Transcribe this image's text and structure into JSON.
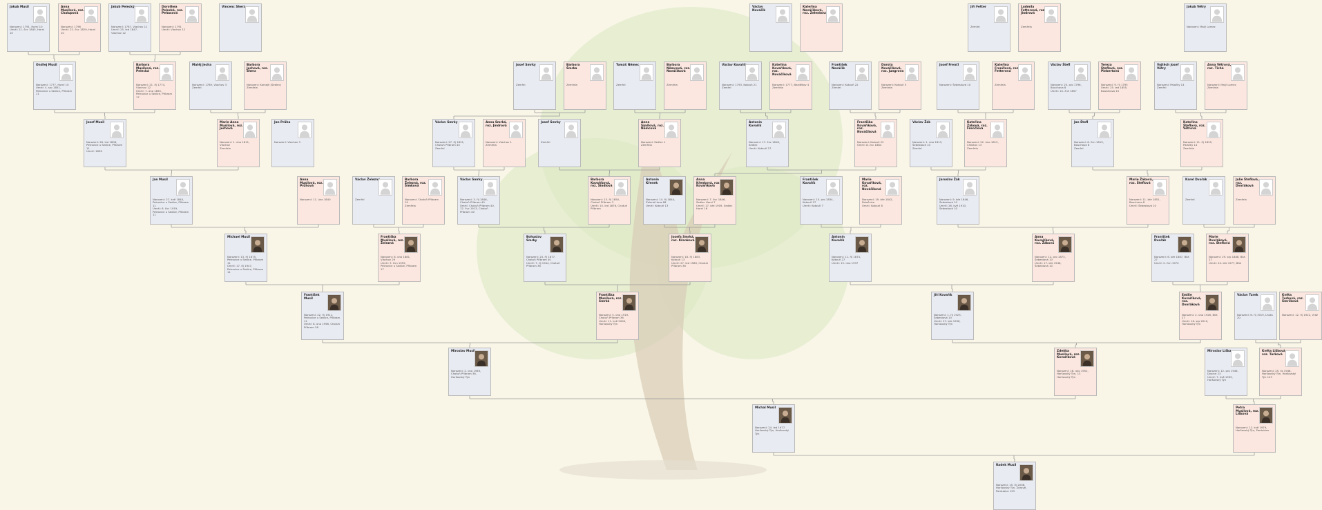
{
  "colors": {
    "male": "#e9ebf2",
    "female": "#fbe7e0",
    "line": "#9a9a9a",
    "tree": "#d9e6c2"
  },
  "people": {
    "jakub_musil": {
      "name": "Jakub Musil",
      "info": "Narození: 1791, Horní 10\nÚmrtí: 21. čvc 1845, Horní 10"
    },
    "anna_musilova": {
      "name": "Anna Musilová, roz. Chalupová",
      "info": "Narození: 1796\nÚmrtí: 22. čvc 1829, Horní 10"
    },
    "jakub_pelecky": {
      "name": "Jakub Pelecký",
      "info": "Narození: 1787, Vlachov 11\nÚmrtí: 25. led 1847, Vlachov 12"
    },
    "dorothea": {
      "name": "Dorothea Pelecká, roz. Peňasová",
      "info": "Narození: 1791\nÚmrtí: Vlachov 12"
    },
    "vincenc_sherz": {
      "name": "Vincenc Sherz",
      "info": ""
    },
    "vaclav_novacik": {
      "name": "Václav Nováčik",
      "info": ""
    },
    "katerina_novacikova": {
      "name": "Kateřina Nováčíková, roz. Zelenková",
      "info": ""
    },
    "jiri_fetter": {
      "name": "Jiří Fetter",
      "info": "Zemřel"
    },
    "ludmila": {
      "name": "Ludmila Fetterová, roz. Jindrová",
      "info": "Zemřela"
    },
    "jakub_vetry": {
      "name": "Jakub Větry",
      "info": "Narození: Malý Lomec"
    },
    "ondrej_musil": {
      "name": "Ondřej Musil",
      "info": "Narození: 1777, Horní 10\nÚmrtí: 4. srp 1851, Petrovice u Sedlce, Příbram 11"
    },
    "barbora_musilova": {
      "name": "Barbora Musilová, roz. Pelecká",
      "info": "Narození: 21. říj 1774, Vlachov 12\nÚmrtí: 7. úno 1855, Petrovice u Sedlce, Příbram 17"
    },
    "matej_jecha": {
      "name": "Matěj Jecha",
      "info": "Narození: 1789, Vlachov 3\nZemřel"
    },
    "barbora_jechova": {
      "name": "Barbora Jechová, roz. Sherz",
      "info": "Narození: Kamejk (Sedlec)\nZemřela"
    },
    "josef_smrky": {
      "name": "Josef Smrky",
      "info": "Zemřel"
    },
    "barbora_smrka": {
      "name": "Barbora Šmrka",
      "info": "Zemřela"
    },
    "tomas_nemec": {
      "name": "Tomáš Němec",
      "info": "Zemřel"
    },
    "barbora_nemcova": {
      "name": "Barbora Němcová, roz. Nováčíková",
      "info": "Zemřela"
    },
    "vaclav_kovarik": {
      "name": "Václav Kovařík",
      "info": "Narození: 1793, Kotouň 21\nZemřel"
    },
    "katerina_kovarikova": {
      "name": "Kateřina Kovaříková, roz. Nováčíková",
      "info": "Narození: 1777, Bezděkov 4\nZemřela"
    },
    "frantisek_novacik": {
      "name": "František Nováčik",
      "info": "Narození: Kotouň 22\nZemřel"
    },
    "dorota_novacikova": {
      "name": "Dorota Nováčíková, roz. Jungrova",
      "info": "Narození: Kotouň 5\nZemřela"
    },
    "josef_fencl": {
      "name": "Josef Frenčl",
      "info": "Narození: Šebestová 10"
    },
    "katerina_fenclova": {
      "name": "Kateřina Frenčlová, roz. Fetterová",
      "info": "Zemřela"
    },
    "vaclav_stefl": {
      "name": "Václav Štefl",
      "info": "Narození: 20. pro 1796, Bouchova 8\nÚmrtí: 10. čnč 1857"
    },
    "tereza_steflova": {
      "name": "Tereza Šteflová, roz. Pinkertová",
      "info": "Narození: 9. říj 1795\nÚmrtí: 25. led 1855, Boubínova 15"
    },
    "vojtech_vetry": {
      "name": "Vojtěch Josef Větry",
      "info": "Narození: Palačky 14\nZemřel"
    },
    "anna_vetrova": {
      "name": "Anna Větrová, roz. Tichá",
      "info": "Narození: Malý Lomec\nZemřela"
    },
    "josef_musil": {
      "name": "Josef Musil",
      "info": "Narození: 26. led 1806, Petrovice u Sedlce, Příbram 11\nÚmrtí: 1856"
    },
    "marie_anna": {
      "name": "Marie Anna Musilová, roz. Jechová",
      "info": "Narození: 1. úno 1811, Vlachov\nZemřela"
    },
    "jan_pruha": {
      "name": "Jan Průha",
      "info": "Narození: Vlachov 3"
    },
    "vaclav_smrky": {
      "name": "Václav Smrky",
      "info": "Narození: 27. říj 1821, Chotuň Příbram 40\nZemřel"
    },
    "anna_smrka": {
      "name": "Anna Smrká, roz. Jindrová",
      "info": "Narození: Vlachov 1\nZemřela"
    },
    "josef_smrky2": {
      "name": "Josef Smrky",
      "info": "Zemřel"
    },
    "anna_sindl": {
      "name": "Anna Šindlová, roz. Němcová",
      "info": "Narození: Sedlec 1\nZemřela"
    },
    "antonin_kovarik": {
      "name": "Antonín Kovařík",
      "info": "Narození: 17. čvc 1818, Sedlec\nÚmrtí: Kotouň 27"
    },
    "frantiska": {
      "name": "Františka Kovaříková, roz. Nováčíková",
      "info": "Narození: Kotouň 22\nÚmrtí: 8. čvc 1884"
    },
    "vaclav_zak": {
      "name": "Václav Žák",
      "info": "Narození: 1. úno 1813, Šebestová 10\nZemřel"
    },
    "katerina_zakova": {
      "name": "Kateřina Žáková, roz. Frenčlová",
      "info": "Narození: 22. úno 1815, Chlístov 13\nZemřela"
    },
    "jan_stefl": {
      "name": "Jan Štefl",
      "info": "Narození: 6. čvn 1819, Bouchova 8\nZemřel"
    },
    "katerina_steflova": {
      "name": "Kateřina Šteflová, roz. Větrová",
      "info": "Narození: 11. říj 1825, Palačky 14\nZemřela"
    },
    "jan_musil": {
      "name": "Jan Musil",
      "info": "Narození: 27. kvě 1840, Petrovice u Sedlce, Příbram 11\nÚmrtí: 6. čvc 1919, Petrovice u Sedlce, Příbram 11"
    },
    "anna_musilova2": {
      "name": "Anna Musilová, roz. Průhová",
      "info": "Narození: 11. úno 1840"
    },
    "vaclav_zelezny": {
      "name": "Václav Železný",
      "info": "Zemřel"
    },
    "barbora_zelezna": {
      "name": "Barbora Železná, roz. Šimková",
      "info": "Narození: Chotuň Příbram 19\nZemřela"
    },
    "vaclav_smrky3": {
      "name": "Václav Smrky",
      "info": "Narození: 3. říj 1846, Chotuň Příbram 40\nÚmrtí: Chotuň Příbram 40, 12. čvc 1913, Chotuň Příbram 40"
    },
    "barbora_kovarikova": {
      "name": "Barbora Kovaříková, roz. Šindlová",
      "info": "Narození: 13. říj 1850, Chotuň Příbram 3\nÚmrtí: 15. led 1876, Chotuň Příbram"
    },
    "antonin_krenek": {
      "name": "Antonín Křenek",
      "info": "Narození: 14. říj 1844, Zelená Hora 68\nÚmrtí: Kotouň 13"
    },
    "anna_krenkova": {
      "name": "Anna Křenková, roz. Kovaříková",
      "info": "Narození: 7. čvc 1846, Sedlec Horní 7\nÚmrtí: 17. bře 1909, Sedlec Horní 16"
    },
    "frantisek_kovarik": {
      "name": "František Kovařík",
      "info": "Narození: 15. pro 1834, Kotouň 27\nÚmrtí: Kotouň 7"
    },
    "marie_kovarikova": {
      "name": "Marie Kovaříková, roz. Nováčíková",
      "info": "Narození: 19. bře 1842, Potočnice\nÚmrtí: Kotouň 8"
    },
    "jaroslav_zak": {
      "name": "Jaroslav Žák",
      "info": "Narození: 9. bře 1846, Šebestová 10\nÚmrtí: 26. kvě 1910, Šebestová 10"
    },
    "marie_zakova": {
      "name": "Marie Žáková, roz. Šteflová",
      "info": "Narození: 11. bře 1851, Bouchova 8\nÚmrtí: Šebestová 10"
    },
    "karel_dvorak": {
      "name": "Karel Dvořák",
      "info": "Zemřel"
    },
    "julie_steflova": {
      "name": "Julie Šteflová, roz. Dvořáková",
      "info": "Zemřela"
    },
    "michael_musil": {
      "name": "Michael Musil",
      "info": "Narození: 13. říj 1875, Petrovice u Sedlce, Příbram 11\nÚmrtí: 17. říj 1947, Petrovice u Sedlce, Příbram 11"
    },
    "frantiska_musilova": {
      "name": "Františka Musilová, roz. Železná",
      "info": "Narození: 8. úno 1881, Vlachov 29\nÚmrtí: 3. čvn 1959, Petrovice u Sedlce, Příbram 17"
    },
    "bohuslav_smrky": {
      "name": "Bohuslav Smrky",
      "info": "Narození: 24. říj 1877, Chotuň Příbram 40\nÚmrtí: 7. říj 1944, Chotuň Příbram 36"
    },
    "josefa_smrka": {
      "name": "Josefa Smrká, roz. Křenková",
      "info": "Narození: 18. říj 1883, Kotouň 13\nÚmrtí: 27. led 1960, Chotuň Příbram 36"
    },
    "antonin_kovarik2": {
      "name": "Antonín Kovařík",
      "info": "Narození: 11. říj 1874, Kotouň 27\nÚmrtí: 15. úno 1937"
    },
    "anna_zakova": {
      "name": "Anna Kovaříková, roz. Žáková",
      "info": "Narození: 12. pro 1873, Šebestová 10\nÚmrtí: 17. bře 1946, Šebestová 10"
    },
    "frantisek_dvorak": {
      "name": "František Dvořák",
      "info": "Narození: 6. bře 1887, Bílá 27\nÚmrtí: 2. čvn 1970"
    },
    "marie_dvorakova": {
      "name": "Marie Dvořáková, roz. Šteflová",
      "info": "Narození: 29. srp 1888, Bílá 27\nÚmrtí: 24. bře 1977, Bílá"
    },
    "frantisek_musil": {
      "name": "František Musil",
      "info": "Narození: 22. říj 1911, Petrovice u Sedlce, Příbram 11\nÚmrtí: 8. úno 1998, Chotuň Příbram 36"
    },
    "frantiska_smrka": {
      "name": "Františka Musilová, roz. Smrká",
      "info": "Narození: 5. úno 1919, Chotuň Příbram 36\nÚmrtí: 11. kvě 2006, Horšovský Týn"
    },
    "jiri_kovarik": {
      "name": "Jiří Kovařík",
      "info": "Narození: 1. říj 1923, Šebestová 10\nÚmrtí: 27. bře 1996, Horšovský Týn"
    },
    "emilie": {
      "name": "Emilie Kovaříková, roz. Dvořáková",
      "info": "Narození: 2. úno 1926, Bílá 27\nÚmrtí: 16. srp 2010, Horšovský Týn"
    },
    "vaclav_turek": {
      "name": "Václav Turek",
      "info": "Narození: 6. říj 1919, Lhota 20"
    },
    "kveta_turkova": {
      "name": "Květa Turková, roz. Šmrčková",
      "info": "Narození: 12. říj 1922, Vráž"
    },
    "miroslav_musil": {
      "name": "Miroslav Musil",
      "info": "Narození: 2. úno 1949, Chotuň Příbram 36, Horšovský Týn"
    },
    "zdenka": {
      "name": "Zdeňka Musilová, roz. Kovaříková",
      "info": "Narození: 16. úno 1952, Horšovský Týn, 13 Horšovský Týn"
    },
    "miroslav_liska": {
      "name": "Miroslav Liška",
      "info": "Narození: 12. pro 1946, Dvorce 23\nÚmrtí: 7. kvě 1999, Horšovský Týn"
    },
    "kveta_liskova": {
      "name": "Květa Lišková, roz. Turková",
      "info": "Narození: 25. lis 1948, Horšovský Týn, Horšovský Týn 123"
    },
    "michal_musil": {
      "name": "Michal Musil",
      "info": "Narození: 24. led 1977, Horšovský Týn, Horšovský Týn"
    },
    "petra": {
      "name": "Petra Musilová, roz. Lišková",
      "info": "Narození: 12. kvě 1979, Horšovský Týn, Pardubice"
    },
    "radek_musil": {
      "name": "Radek Musil",
      "info": "Narození: 15. říj 2008, Horšovský Týn, Zdravé, Pardubice 193"
    }
  }
}
